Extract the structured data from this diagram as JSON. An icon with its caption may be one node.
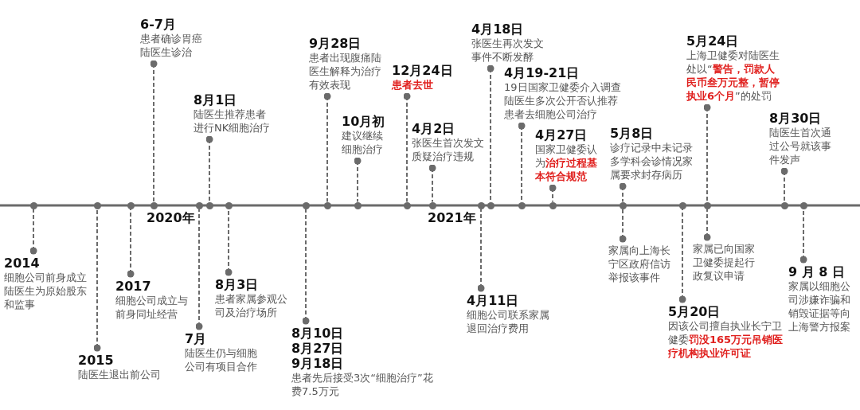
{
  "diagram": {
    "nodes": [
      {
        "text": [
          "2014",
          "细胞公司前身成立陆医生为原始股东和监事"
        ]
      },
      {
        "text": [
          "2015",
          "陆医生退出前公司"
        ]
      },
      {
        "text": [
          "2017",
          "细胞公司成立与前身同址经营"
        ]
      },
      {
        "text": [
          "6-7月",
          "患者确诊胃癌陆医生诊治"
        ]
      },
      {
        "text": [
          "7月",
          "陆医生仍与细胞公司有项目合作"
        ]
      },
      {
        "text": [
          "8月1日",
          "陆医生推荐患者进行NK细胞治疗"
        ]
      },
      {
        "text": [
          "8月3日",
          "患者家属参观公司及治疗场所"
        ]
      },
      {
        "text": [
          "8月10日",
          "8月27日",
          "9月18日",
          "患者先后接受3次“细胞治疗”花费7.5万元"
        ]
      },
      {
        "text": [
          "9月28日",
          "患者出现腹痛陆医生解释为治疗有效表现"
        ]
      },
      {
        "text": [
          "10月初",
          "建议继续细胞治疗"
        ]
      },
      {
        "text": [
          "12月24日",
          "患者去世"
        ]
      },
      {
        "text": [
          "4月2日",
          "张医生首次发文质疑治疗违规"
        ]
      },
      {
        "text": [
          "4月11日",
          "细胞公司联系家属退回治疗费用"
        ]
      },
      {
        "text": [
          "4月18日",
          "张医生再次发文事件不断发酵"
        ]
      },
      {
        "text": [
          "4月19-21日",
          "19日国家卫健委介入调查陆医生多次公开否认推荐患者去细胞公司治疗"
        ]
      },
      {
        "text": [
          "4月27日",
          "国家卫健委认为**治疗过程基本符合规范**"
        ]
      },
      {
        "text": [
          "5月8日",
          "诊疗记录中未记录多学科会诊情况家属要求封存病历"
        ]
      },
      {
        "text": [
          "家属向上海长宁区政府信访举报该事件"
        ]
      },
      {
        "text": [
          "5月20日",
          "因该公司擅自执业长宁卫健委**罚没165万元吊销医疗机构执业许可证**"
        ]
      },
      {
        "text": [
          "5月24日",
          "上海卫健委对陆医生处以“**警告，罚款人民币叁万元整，暂停执业6个月**”的处罚"
        ]
      },
      {
        "text": [
          "家属已向国家卫健委提起行政复议申请"
        ]
      },
      {
        "text": [
          "8月30日",
          "陆医生首次通过公号就该事件发声"
        ]
      },
      {
        "text": [
          "9 月 8 日",
          "家属以细胞公司涉嫌诈骗和销毁证据等向上海警方报案"
        ]
      },
      {
        "text": [],
        "shape": "circle"
      },
      {
        "text": [],
        "shape": "circle"
      },
      {
        "text": [],
        "shape": "circle"
      },
      {
        "text": [],
        "shape": "circle"
      },
      {
        "text": [],
        "shape": "circle"
      },
      {
        "text": [],
        "shape": "circle"
      },
      {
        "text": [],
        "shape": "circle"
      },
      {
        "text": [],
        "shape": "circle"
      },
      {
        "text": [],
        "shape": "circle"
      },
      {
        "text": [],
        "shape": "circle"
      },
      {
        "text": [],
        "shape": "circle"
      },
      {
        "text": [],
        "shape": "circle"
      },
      {
        "text": [],
        "shape": "circle"
      },
      {
        "text": [],
        "shape": "circle"
      },
      {
        "text": [],
        "shape": "circle"
      },
      {
        "text": [],
        "shape": "circle"
      },
      {
        "text": [],
        "shape": "circle"
      },
      {
        "text": [],
        "shape": "circle"
      },
      {
        "text": [],
        "shape": "circle"
      },
      {
        "text": [],
        "shape": "circle"
      },
      {
        "text": [],
        "shape": "circle"
      }
    ],
    "edges": [
      {
        "from": 0,
        "to": 23,
        "arrow": "other",
        "style": "dashed"
      },
      {
        "from": 1,
        "to": 24,
        "arrow": "other",
        "style": "dashed"
      },
      {
        "from": 2,
        "to": 25,
        "arrow": "other",
        "style": "dashed"
      },
      {
        "from": 3,
        "to": 26,
        "arrow": "other",
        "style": "dashed"
      },
      {
        "from": 4,
        "to": 27,
        "arrow": "other",
        "style": "dashed"
      },
      {
        "from": 5,
        "to": 28,
        "arrow": "other",
        "style": "dashed"
      },
      {
        "from": 6,
        "to": 29,
        "arrow": "other",
        "style": "dashed"
      },
      {
        "from": 7,
        "to": 30,
        "arrow": "other",
        "style": "dashed"
      },
      {
        "from": 8,
        "to": 31,
        "arrow": "other",
        "style": "dashed"
      },
      {
        "from": 9,
        "to": 32,
        "arrow": "other",
        "style": "dashed"
      },
      {
        "from": 10,
        "to": 33,
        "arrow": "other",
        "style": "dashed"
      },
      {
        "from": 11,
        "to": 34,
        "arrow": "other",
        "style": "dashed"
      },
      {
        "from": 12,
        "to": 35,
        "arrow": "other",
        "style": "dashed"
      },
      {
        "from": 13,
        "to": 36,
        "arrow": "other",
        "style": "dashed"
      },
      {
        "from": 14,
        "to": 37,
        "arrow": "other",
        "style": "dashed"
      },
      {
        "from": 15,
        "to": 38,
        "arrow": "other",
        "style": "dashed"
      },
      {
        "from": 16,
        "to": 39,
        "arrow": "other",
        "style": "dashed"
      },
      {
        "from": 17,
        "to": 39,
        "arrow": "other",
        "style": "dashed"
      },
      {
        "from": 18,
        "to": 40,
        "arrow": "other",
        "style": "dashed"
      },
      {
        "from": 19,
        "to": 41,
        "arrow": "other",
        "style": "dashed"
      },
      {
        "from": 20,
        "to": 41,
        "arrow": "other",
        "style": "dashed"
      },
      {
        "from": 21,
        "to": 42,
        "arrow": "other",
        "style": "dashed"
      },
      {
        "from": 22,
        "to": 43,
        "arrow": "other",
        "style": "dashed"
      }
    ],
    "labels": [
      "2020年",
      "2021年"
    ]
  }
}
